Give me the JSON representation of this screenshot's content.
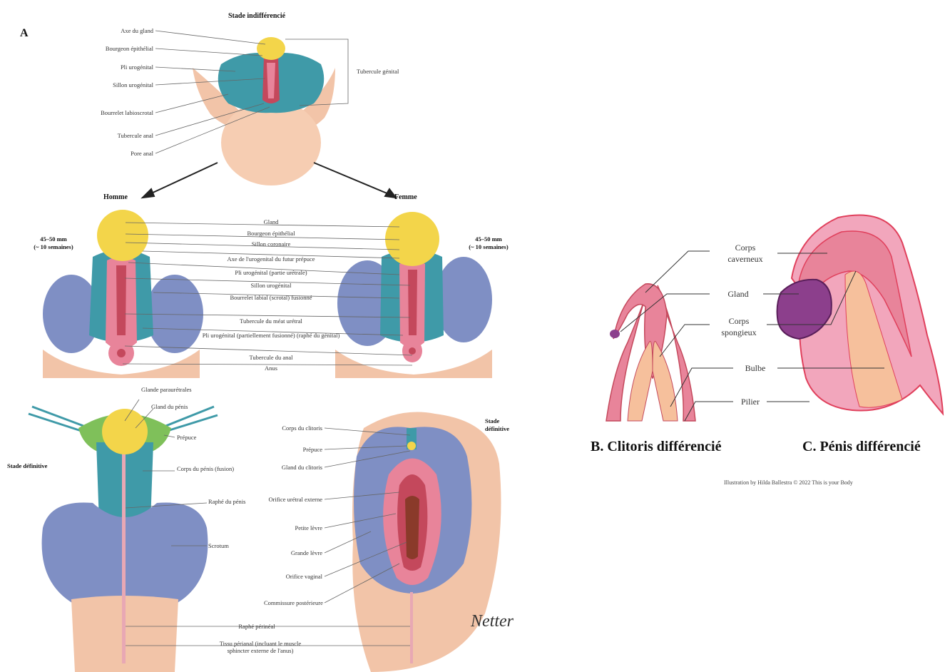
{
  "panel_a": {
    "letter": "A",
    "top_title": "Stade indifférencié",
    "top_labels_left": [
      "Axe du gland",
      "Bourgeon épithélial",
      "Pli urogénital",
      "Sillon urogénital",
      "Bourrelet labioscrotal",
      "Tubercule anal",
      "Pore anal"
    ],
    "top_label_right": "Tubercule génital",
    "male_heading": "Homme",
    "female_heading": "Femme",
    "male_stage": [
      "45–50 mm",
      "(~ 10 semaines)"
    ],
    "female_stage": [
      "45–50 mm",
      "(~ 10 semaines)"
    ],
    "middle_labels": [
      "Gland",
      "Bourgeon épithélial",
      "Sillon coronaire",
      "Axe de l'urogenital du futur prépuce",
      "Pli urogénital (partie urétrale)",
      "Sillon urogénital",
      "Bourrelet labial (scrotal) fusionné",
      "Tubercule du méat urétral",
      "Pli urogénital (partiellement fusionné) (raphé du génital)",
      "Tubercule du anal",
      "Anus"
    ],
    "male_def_heading": "Stade définitive",
    "female_def_heading": [
      "Stade",
      "définitive"
    ],
    "male_def_labels": [
      "Glande paraurétrales",
      "Gland du pénis",
      "Prépuce",
      "Corps du pénis (fusion)",
      "Raphé du pénis",
      "Scrotum"
    ],
    "female_def_labels": [
      "Corps du clitoris",
      "Prépuce",
      "Gland du clitoris",
      "Orifice urétral externe",
      "Petite lèvre",
      "Grande lèvre",
      "Orifice vaginal",
      "Commissure postérieure"
    ],
    "bottom_labels": [
      "Raphé périnéal",
      "Tissu périanal (incluant le muscle sphincter externe de l'anus)"
    ],
    "signature": "Netter"
  },
  "panel_b": {
    "caption": "B. Clitoris différencié"
  },
  "panel_c": {
    "caption": "C. Pénis différencié"
  },
  "bc_labels": {
    "corps_caverneux": [
      "Corps",
      "caverneux"
    ],
    "gland": "Gland",
    "corps_spongieux": [
      "Corps",
      "spongieux"
    ],
    "bulbe": "Bulbe",
    "pilier": "Pilier"
  },
  "credit": "Illustration by Hilda Ballestra © 2022 This is your Body",
  "colors": {
    "skin": "#f2c4a8",
    "teal": "#3f9aa8",
    "blue_scrotum": "#7f8fc4",
    "yellow_glans": "#f3d54a",
    "pink": "#e8849a",
    "dark_pink": "#c4485c",
    "purple_glans": "#8c3f8c",
    "peach_bulb": "#f6c09c"
  }
}
